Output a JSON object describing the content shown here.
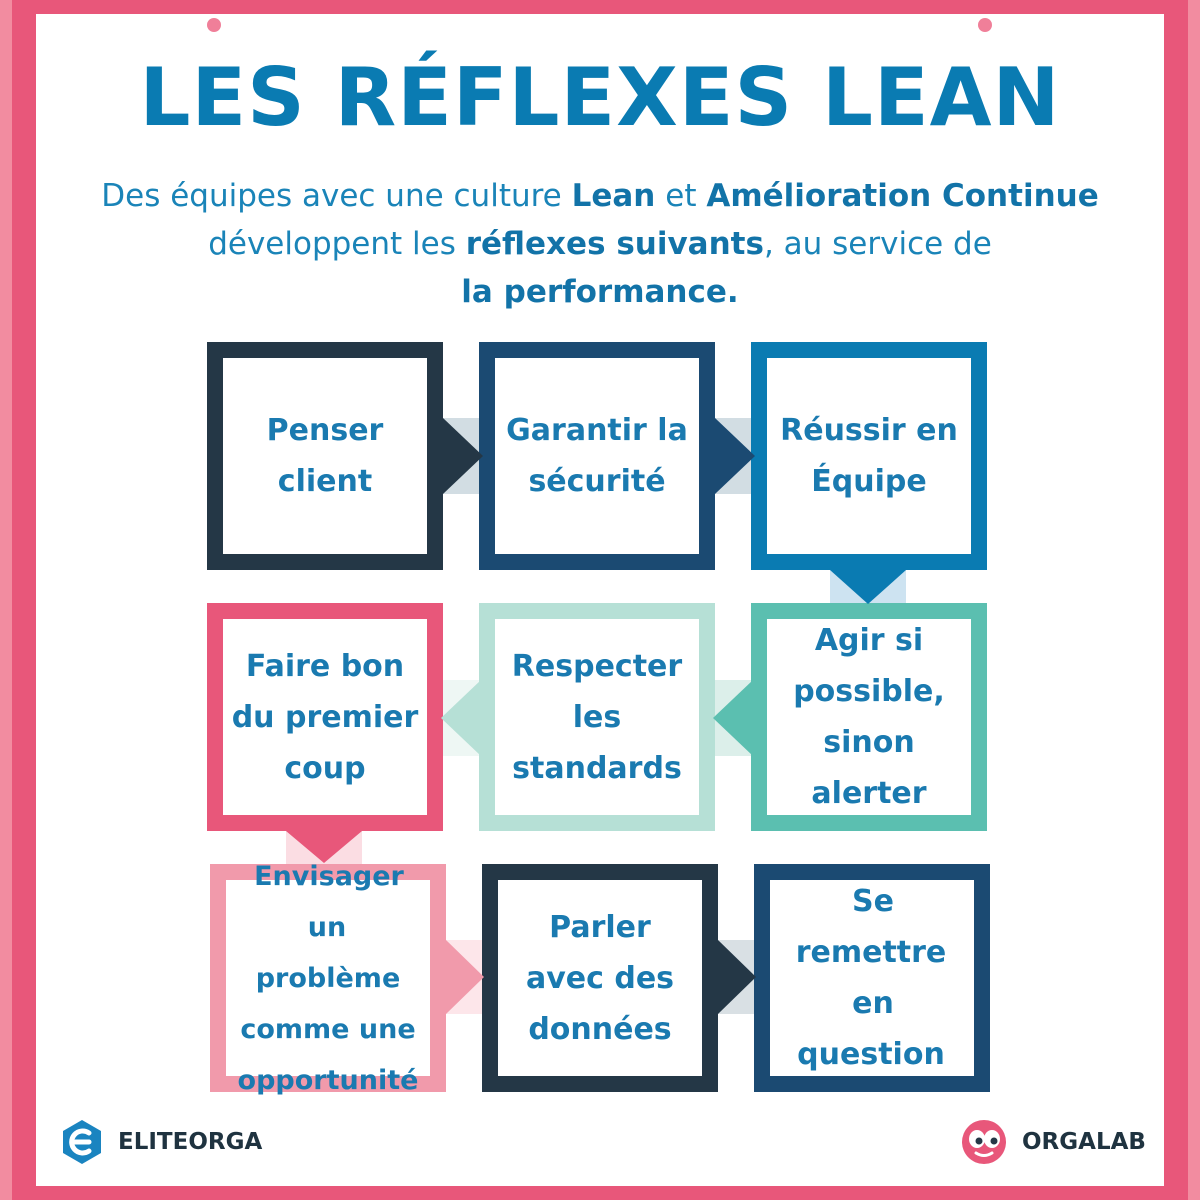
{
  "title": "LES RÉFLEXES LEAN",
  "subtitle": {
    "line1_a": "Des équipes avec une culture ",
    "line1_b": "Lean",
    "line1_c": " et ",
    "line1_d": "Amélioration Continue",
    "line2_a": "développent les ",
    "line2_b": "réflexes suivants",
    "line2_c": ", au service de",
    "line3": "la performance."
  },
  "reflexes": [
    {
      "line1": "Penser",
      "line2": "client"
    },
    {
      "line1": "Garantir la",
      "line2": "sécurité"
    },
    {
      "line1": "Réussir en",
      "line2": "Équipe"
    },
    {
      "line1": "Agir si",
      "line2": "possible,",
      "line3": "sinon",
      "line4": "alerter"
    },
    {
      "line1": "Respecter",
      "line2": "les",
      "line3": "standards"
    },
    {
      "line1": "Faire bon",
      "line2": "du premier",
      "line3": "coup"
    },
    {
      "line1": "Envisager un",
      "line2": "problème",
      "line3": "comme une",
      "line4": "opportunité"
    },
    {
      "line1": "Parler",
      "line2": "avec des",
      "line3": "données"
    },
    {
      "line1": "Se remettre",
      "line2": "en question"
    }
  ],
  "colors": {
    "navy_dark": "#243746",
    "navy": "#1b4a72",
    "blue": "#0a7bb2",
    "teal": "#5bbfb0",
    "mint": "#b6e0d6",
    "red_pink": "#e8577a",
    "pink": "#f19aab",
    "text_blue": "#1a7ab0"
  },
  "footer": {
    "left_brand": "ELITEORGA",
    "left_icon": "eliteorga-logo-icon",
    "right_brand": "ORGALAB",
    "right_icon": "orgalab-logo-icon"
  }
}
